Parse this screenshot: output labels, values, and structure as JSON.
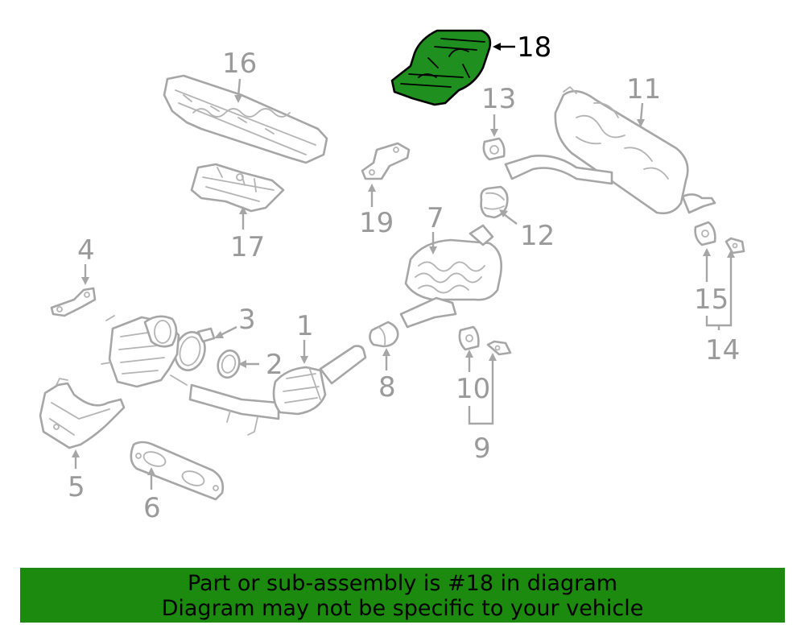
{
  "callouts": {
    "c1": "1",
    "c2": "2",
    "c3": "3",
    "c4": "4",
    "c5": "5",
    "c6": "6",
    "c7": "7",
    "c8": "8",
    "c9": "9",
    "c10": "10",
    "c11": "11",
    "c12": "12",
    "c13": "13",
    "c14": "14",
    "c15": "15",
    "c16": "16",
    "c17": "17",
    "c18": "18",
    "c19": "19"
  },
  "highlighted_part": "18",
  "colors": {
    "highlight": "#1f8f1f",
    "banner": "#1c8a0e",
    "line": "#a6a6a6"
  },
  "banner": {
    "line1": "Part or sub-assembly is #18 in diagram",
    "line2": "Diagram may not be specific to your vehicle"
  }
}
